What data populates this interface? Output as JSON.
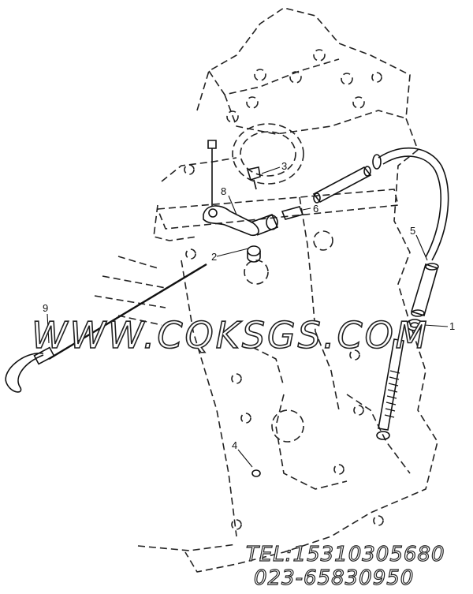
{
  "callouts": {
    "c1": "1",
    "c2": "2",
    "c3": "3",
    "c4": "4",
    "c5": "5",
    "c6": "6",
    "c8": "8",
    "c9": "9"
  },
  "watermark": "WWW.CQKSGS.COM",
  "contact": {
    "tel": "TEL:15310305680",
    "phone": "023-65830950"
  }
}
